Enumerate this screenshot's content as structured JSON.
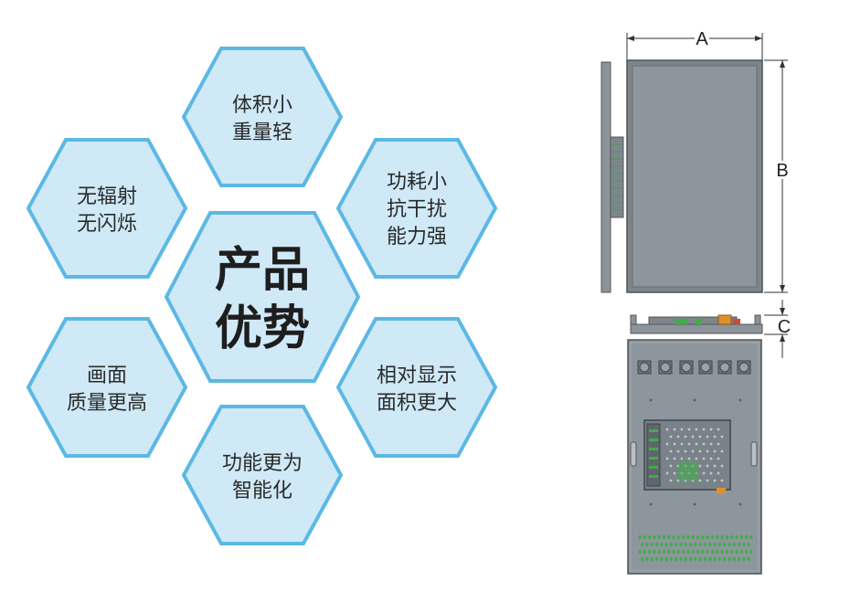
{
  "features": {
    "center": {
      "line1": "产品",
      "line2": "优势"
    },
    "top": {
      "line1": "体积小",
      "line2": "重量轻"
    },
    "upper_left": {
      "line1": "无辐射",
      "line2": "无闪烁"
    },
    "upper_right": {
      "line1": "功耗小",
      "line2": "抗干扰",
      "line3": "能力强"
    },
    "lower_left": {
      "line1": "画面",
      "line2": "质量更高"
    },
    "lower_right": {
      "line1": "相对显示",
      "line2": "面积更大"
    },
    "bottom": {
      "line1": "功能更为",
      "line2": "智能化"
    }
  },
  "dimensions": {
    "a": "A",
    "b": "B",
    "c": "C"
  },
  "colors": {
    "hex_fill": "#cfe9f7",
    "hex_stroke": "#5cb8e4",
    "panel": "#8a9299",
    "vent": "#3fae49"
  }
}
